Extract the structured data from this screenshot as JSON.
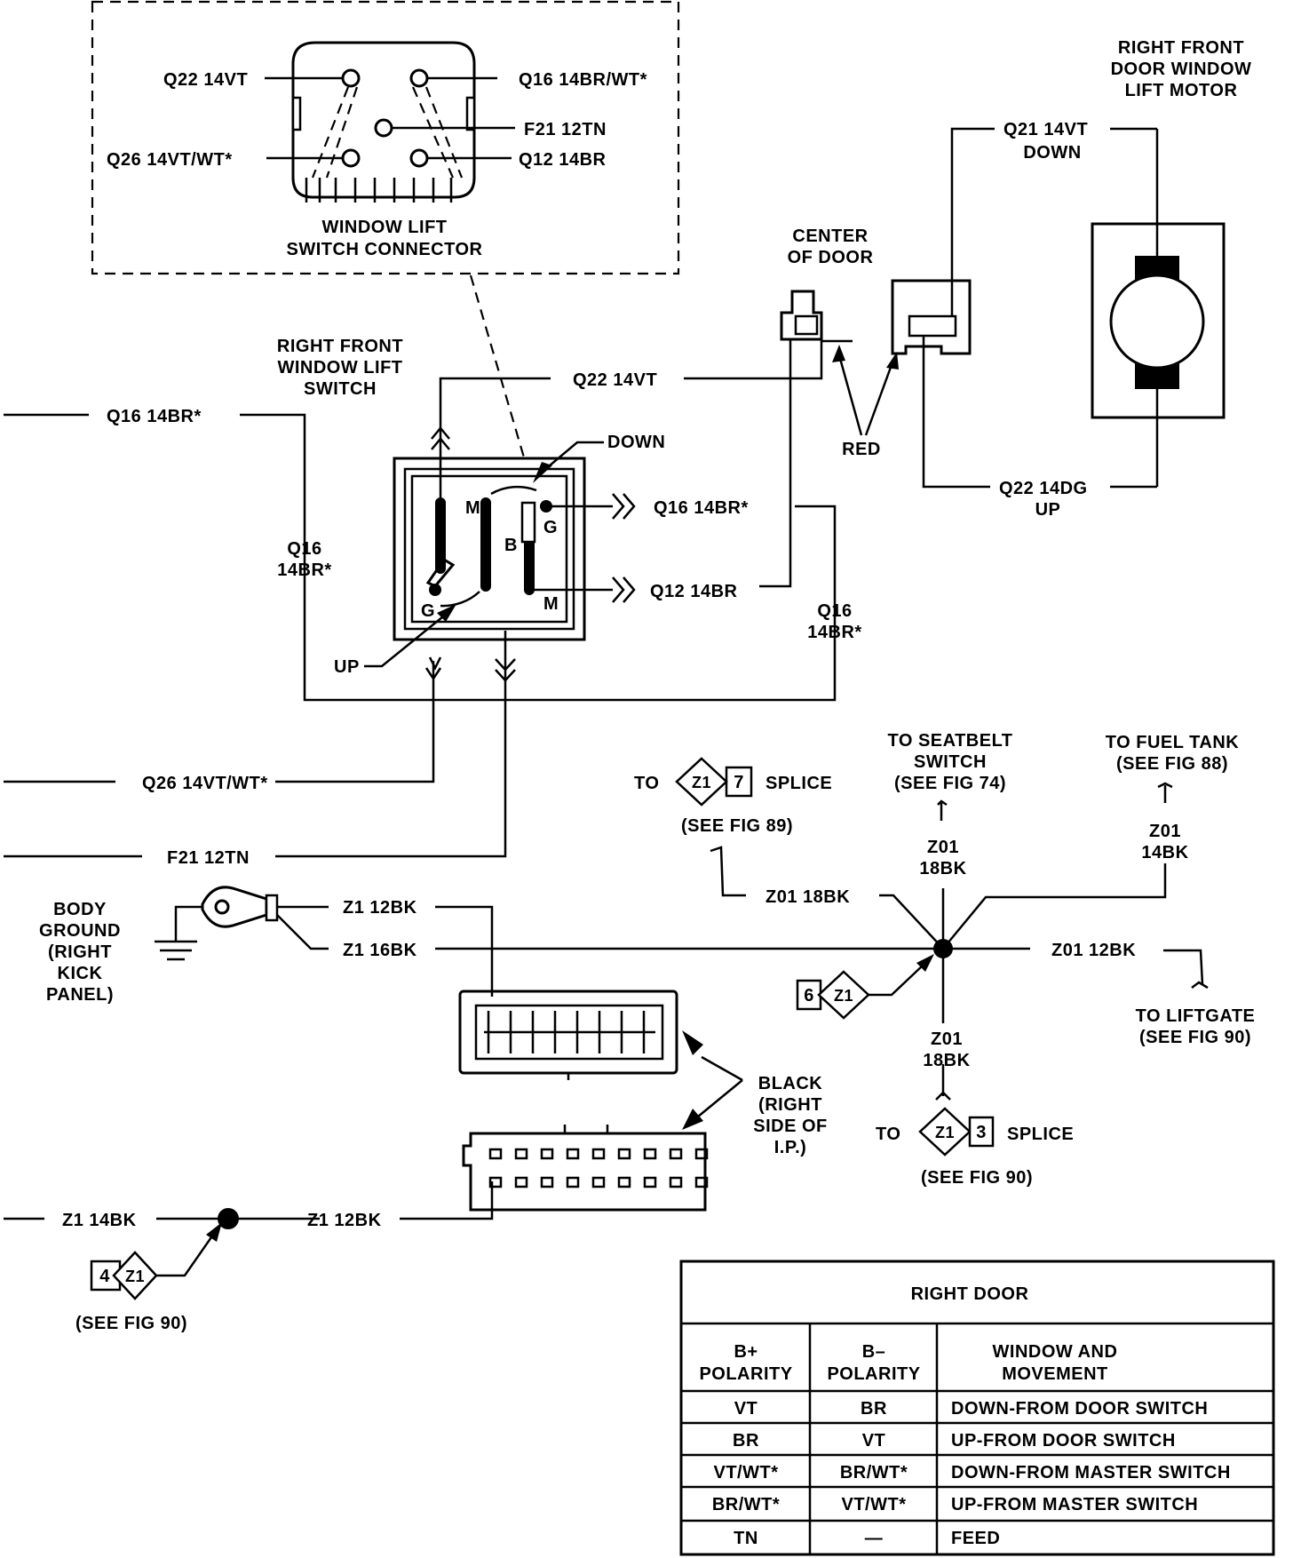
{
  "connector_inset": {
    "title_line1": "WINDOW LIFT",
    "title_line2": "SWITCH CONNECTOR",
    "q22": "Q22 14VT",
    "q16": "Q16 14BR/WT*",
    "f21": "F21 12TN",
    "q26": "Q26 14VT/WT*",
    "q12": "Q12 14BR"
  },
  "motor": {
    "title_line1": "RIGHT FRONT",
    "title_line2": "DOOR WINDOW",
    "title_line3": "LIFT MOTOR",
    "q21_label": "Q21 14VT",
    "q21_sub": "DOWN",
    "q22_label": "Q22 14DG",
    "q22_sub": "UP"
  },
  "center_door": {
    "line1": "CENTER",
    "line2": "OF DOOR",
    "red": "RED"
  },
  "switch": {
    "title_line1": "RIGHT FRONT",
    "title_line2": "WINDOW LIFT",
    "title_line3": "SWITCH",
    "down": "DOWN",
    "up": "UP",
    "m": "M",
    "g": "G",
    "b": "B"
  },
  "wires": {
    "q22_14vt": "Q22 14VT",
    "q16_14br": "Q16 14BR*",
    "q16_left_a": "Q16",
    "q16_left_b": "14BR*",
    "q16_right_a": "Q16",
    "q16_right_b": "14BR*",
    "q16_out": "Q16 14BR*",
    "q12_out": "Q12 14BR",
    "q26": "Q26 14VT/WT*",
    "f21": "F21 12TN",
    "z1_12bk_a": "Z1 12BK",
    "z1_16bk": "Z1 16BK",
    "z1_14bk": "Z1 14BK",
    "z1_12bk_b": "Z1 12BK",
    "z01_18bk_h": "Z01 18BK",
    "z01_12bk": "Z01 12BK",
    "z01_18bk_up_a": "Z01",
    "z01_18bk_up_b": "18BK",
    "z01_14bk_a": "Z01",
    "z01_14bk_b": "14BK",
    "z01_18bk_dn_a": "Z01",
    "z01_18bk_dn_b": "18BK"
  },
  "ground": {
    "line1": "BODY",
    "line2": "GROUND",
    "line3": "(RIGHT",
    "line4": "KICK",
    "line5": "PANEL)"
  },
  "refs": {
    "to": "TO",
    "splice": "SPLICE",
    "z1": "Z1",
    "n7": "7",
    "n6": "6",
    "n3": "3",
    "n4": "4",
    "see89": "(SEE FIG 89)",
    "see90a": "(SEE FIG 90)",
    "see90b": "(SEE FIG 90)",
    "seat1": "TO SEATBELT",
    "seat2": "SWITCH",
    "seat3": "(SEE FIG 74)",
    "fuel1": "TO FUEL TANK",
    "fuel2": "(SEE FIG 88)",
    "lift1": "TO LIFTGATE",
    "lift2": "(SEE FIG 90)"
  },
  "black_conn": {
    "line1": "BLACK",
    "line2": "(RIGHT",
    "line3": "SIDE OF",
    "line4": "I.P.)"
  },
  "table": {
    "title": "RIGHT DOOR",
    "h1a": "B+",
    "h1b": "POLARITY",
    "h2a": "B–",
    "h2b": "POLARITY",
    "h3a": "WINDOW AND",
    "h3b": "MOVEMENT",
    "rows": [
      {
        "bplus": "VT",
        "bminus": "BR",
        "move": "DOWN-FROM DOOR SWITCH"
      },
      {
        "bplus": "BR",
        "bminus": "VT",
        "move": "UP-FROM DOOR SWITCH"
      },
      {
        "bplus": "VT/WT*",
        "bminus": "BR/WT*",
        "move": "DOWN-FROM MASTER SWITCH"
      },
      {
        "bplus": "BR/WT*",
        "bminus": "VT/WT*",
        "move": "UP-FROM MASTER SWITCH"
      },
      {
        "bplus": "TN",
        "bminus": "—",
        "move": "FEED"
      }
    ]
  }
}
